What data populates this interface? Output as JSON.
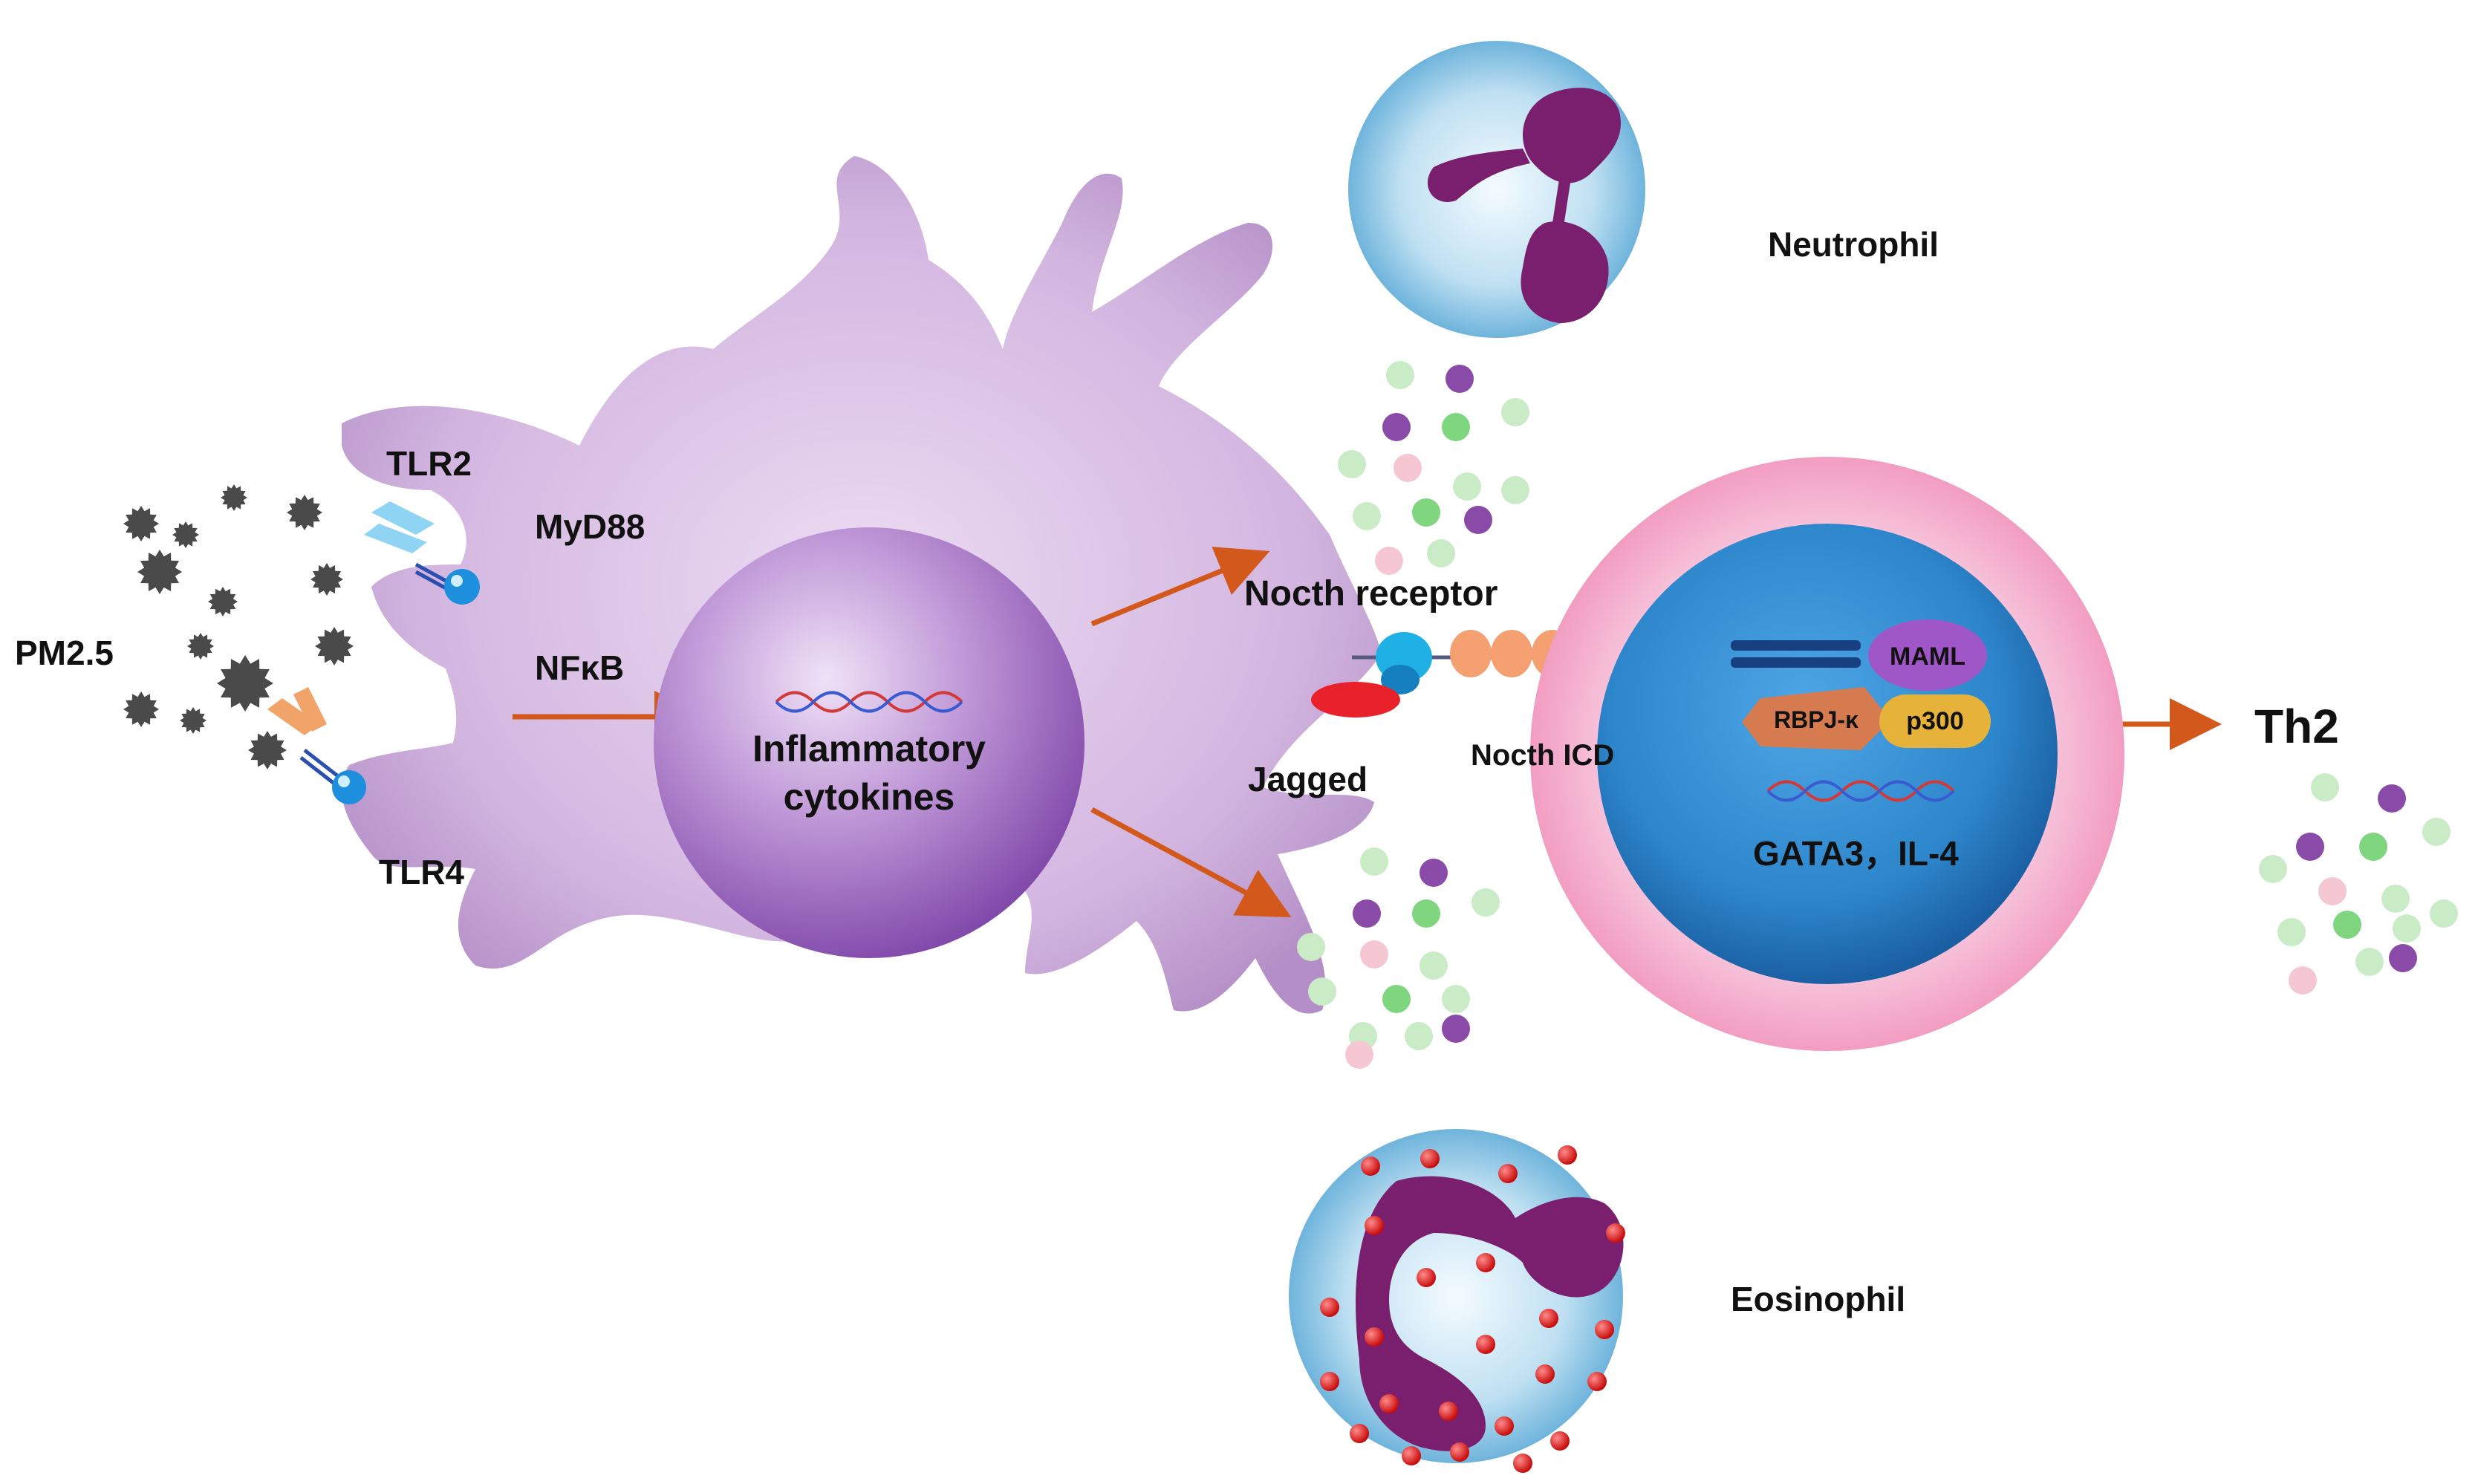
{
  "labels": {
    "pm25": "PM2.5",
    "tlr2": "TLR2",
    "tlr4": "TLR4",
    "myd88": "MyD88",
    "nfkb": "NFκB",
    "inflammatory_line1": "Inflammatory",
    "inflammatory_line2": "cytokines",
    "notch_receptor": "Nocth receptor",
    "jagged": "Jagged",
    "notch_icd": "Nocth ICD",
    "maml": "MAML",
    "rbpj": "RBPJ-κ",
    "p300": "p300",
    "gata3": "GATA3，IL-4",
    "th2": "Th2",
    "neutrophil": "Neutrophil",
    "eosinophil": "Eosinophil"
  },
  "colors": {
    "cell_lavender": "#c8a6d6",
    "nucleus_purple": "#8e58b4",
    "arrow_orange": "#d2581c",
    "pm_particle": "#4a4a4a",
    "granule_green": "#7fd67f",
    "granule_purple": "#8a4aa8",
    "granule_pink": "#f4c7d3",
    "th2_outer_pink": "#f4b9d2",
    "th2_nucleus_blue": "#2b82c9",
    "granulocyte_blue": "#8ec7e6",
    "granulocyte_nucleus": "#7a1f6e",
    "eosinophil_granule_red": "#e01818"
  },
  "icons": [
    "pm25-particle-icon",
    "receptor-icon",
    "dna-icon",
    "arrow-icon"
  ]
}
